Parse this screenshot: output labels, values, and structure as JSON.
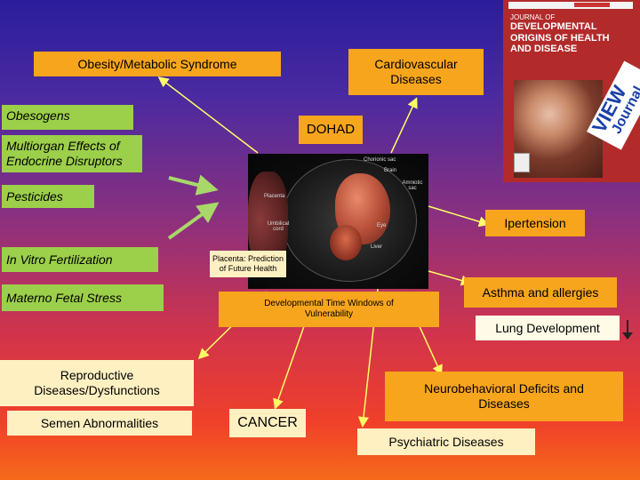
{
  "left_boxes": {
    "obesity": "Obesity/Metabolic Syndrome",
    "obesogens": "Obesogens",
    "multiorgan": "Multiorgan Effects of Endocrine Disruptors",
    "pesticides": "Pesticides",
    "ivf": "In Vitro Fertilization",
    "materno": "Materno Fetal Stress",
    "reproductive": "Reproductive Diseases/Dysfunctions",
    "semen": "Semen Abnormalities"
  },
  "right_boxes": {
    "cardio": "Cardiovascular Diseases",
    "dohad": "DOHAD",
    "ipertension": "Ipertension",
    "asthma": "Asthma and allergies",
    "lung": "Lung Development",
    "neuro": "Neurobehavioral Deficits and Diseases",
    "psychiatric": "Psychiatric Diseases"
  },
  "center": {
    "placenta": "Placenta: Prediction of Future Health",
    "windows": "Developmental Time Windows of Vulnerability",
    "cancer": "CANCER"
  },
  "embryo_labels": {
    "chorionic": "Chorionic sac",
    "brain": "Brain",
    "amniotic": "Amniotic sac",
    "placenta": "Placenta",
    "eye": "Eye",
    "umbilical": "Umbilical cord",
    "liver": "Liver"
  },
  "journal": {
    "line1": "JOURNAL OF",
    "line2": "DEVELOPMENTAL",
    "line3": "ORIGINS OF HEALTH",
    "line4": "AND DISEASE",
    "stamp1": "VIEW",
    "stamp2": "Journal"
  },
  "colors": {
    "orange_box": "#f7a51c",
    "green_box": "#9ccf4a",
    "pale_box": "#fff0c2",
    "arrow": "#ffff66"
  }
}
